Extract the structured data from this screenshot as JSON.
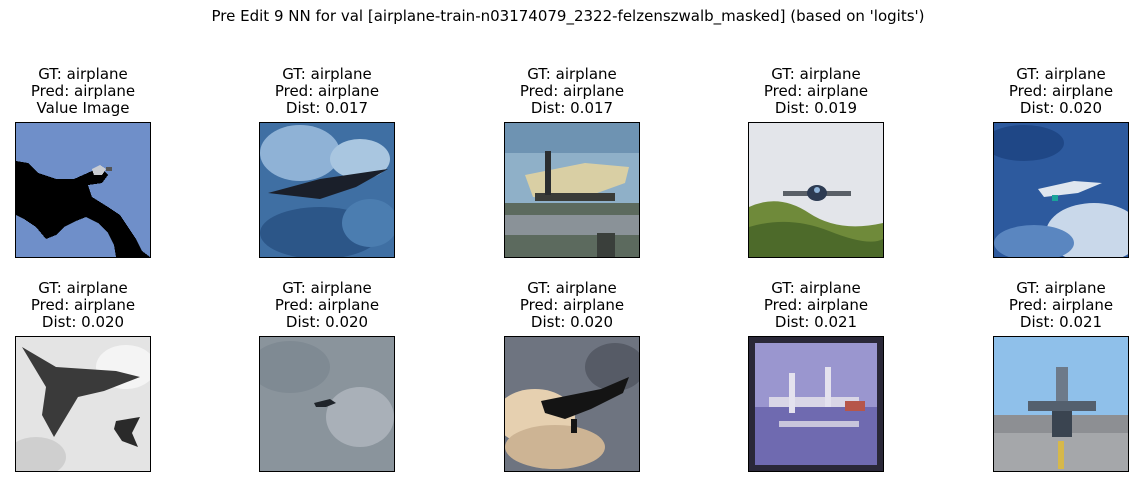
{
  "figure": {
    "title": "Pre Edit 9 NN for val [airplane-train-n03174079_2322-felzenszwalb_masked] (based on 'logits')"
  },
  "cells": [
    {
      "gt": "GT: airplane",
      "pred": "Pred: airplane",
      "extra": "Value Image",
      "picture": "masked-airplane-silhouette"
    },
    {
      "gt": "GT: airplane",
      "pred": "Pred: airplane",
      "extra": "Dist: 0.017",
      "picture": "stealth-jet-in-cloudy-sky"
    },
    {
      "gt": "GT: airplane",
      "pred": "Pred: airplane",
      "extra": "Dist: 0.017",
      "picture": "floatplane-on-water"
    },
    {
      "gt": "GT: airplane",
      "pred": "Pred: airplane",
      "extra": "Dist: 0.019",
      "picture": "propeller-plane-over-trees"
    },
    {
      "gt": "GT: airplane",
      "pred": "Pred: airplane",
      "extra": "Dist: 0.020",
      "picture": "jet-over-blue-clouds"
    },
    {
      "gt": "GT: airplane",
      "pred": "Pred: airplane",
      "extra": "Dist: 0.020",
      "picture": "grayscale-delta-jets"
    },
    {
      "gt": "GT: airplane",
      "pred": "Pred: airplane",
      "extra": "Dist: 0.020",
      "picture": "small-plane-gray-sky"
    },
    {
      "gt": "GT: airplane",
      "pred": "Pred: airplane",
      "extra": "Dist: 0.020",
      "picture": "plane-silhouette-sunset-clouds"
    },
    {
      "gt": "GT: airplane",
      "pred": "Pred: airplane",
      "extra": "Dist: 0.021",
      "picture": "seaplane-on-purple-water"
    },
    {
      "gt": "GT: airplane",
      "pred": "Pred: airplane",
      "extra": "Dist: 0.021",
      "picture": "fighter-jet-on-runway"
    }
  ]
}
